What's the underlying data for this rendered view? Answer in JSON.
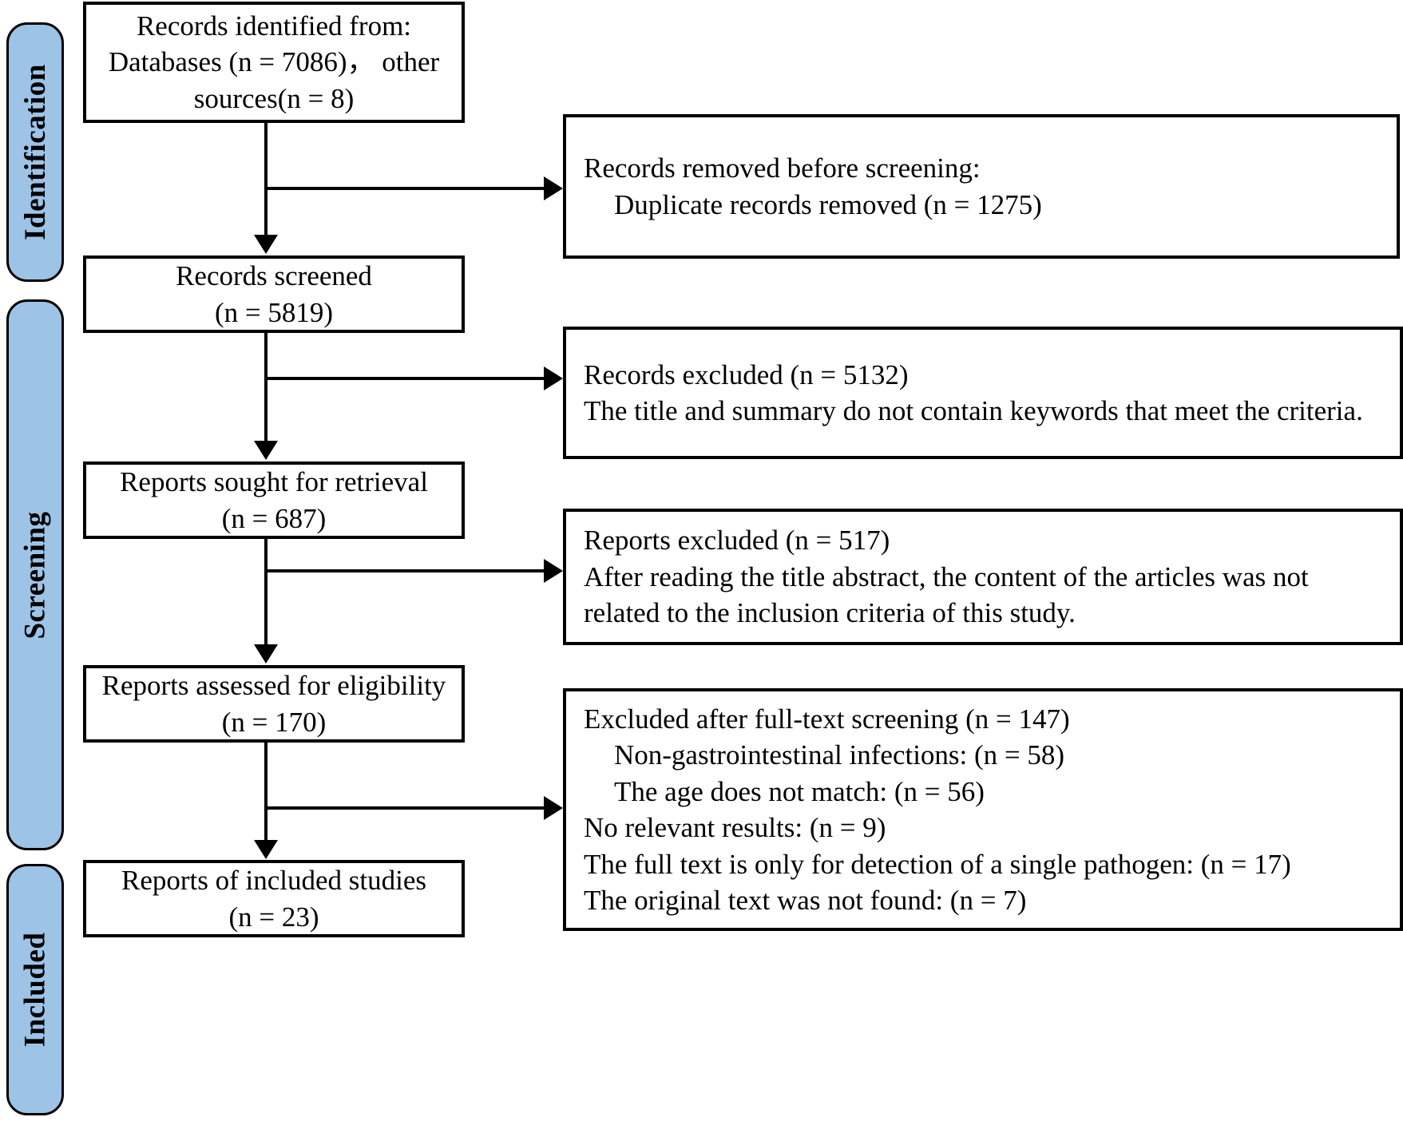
{
  "diagram": {
    "title": "PRISMA flow diagram",
    "accent_color": "#9DC3E6",
    "line_color": "#000000",
    "background": "#ffffff"
  },
  "stages": [
    {
      "id": "identification",
      "label": "Identification"
    },
    {
      "id": "screening",
      "label": "Screening"
    },
    {
      "id": "included",
      "label": "Included"
    }
  ],
  "boxes": {
    "identified": {
      "line1": "Records identified from:",
      "line2": "Databases (n = 7086)， other",
      "line3": "sources(n = 8)"
    },
    "removed_before_screening": {
      "line1": "Records removed before screening:",
      "line2": "Duplicate records removed (n = 1275)"
    },
    "records_screened": {
      "line1": "Records screened",
      "line2": "(n = 5819)"
    },
    "records_excluded": {
      "line1": "Records excluded (n = 5132)",
      "line2": "The title and summary do not contain keywords that meet the criteria."
    },
    "reports_sought": {
      "line1": "Reports sought for retrieval",
      "line2": "(n = 687)"
    },
    "reports_excluded": {
      "line1": "Reports excluded (n = 517)",
      "line2": "After reading the title abstract, the content of the articles was not related to the inclusion criteria of this study."
    },
    "reports_assessed": {
      "line1": "Reports assessed for eligibility",
      "line2": "(n = 170)"
    },
    "excluded_fulltext": {
      "line1": "Excluded after full-text screening (n = 147)",
      "line2": "Non-gastrointestinal infections: (n = 58)",
      "line3": "The age does not match: (n = 56)",
      "line4": "No relevant results: (n = 9)",
      "line5": "The full text is only for detection of a single pathogen: (n = 17)",
      "line6": "The original text was not found: (n = 7)"
    },
    "included_studies": {
      "line1": "Reports of included studies",
      "line2": "(n = 23)"
    }
  },
  "counts": {
    "databases": 7086,
    "other_sources": 8,
    "duplicates_removed": 1275,
    "records_screened": 5819,
    "records_excluded": 5132,
    "reports_sought": 687,
    "reports_excluded": 517,
    "reports_assessed": 170,
    "excluded_fulltext_total": 147,
    "non_gastrointestinal": 58,
    "age_not_match": 56,
    "no_relevant_results": 9,
    "single_pathogen": 17,
    "original_text_not_found": 7,
    "included_studies": 23
  }
}
